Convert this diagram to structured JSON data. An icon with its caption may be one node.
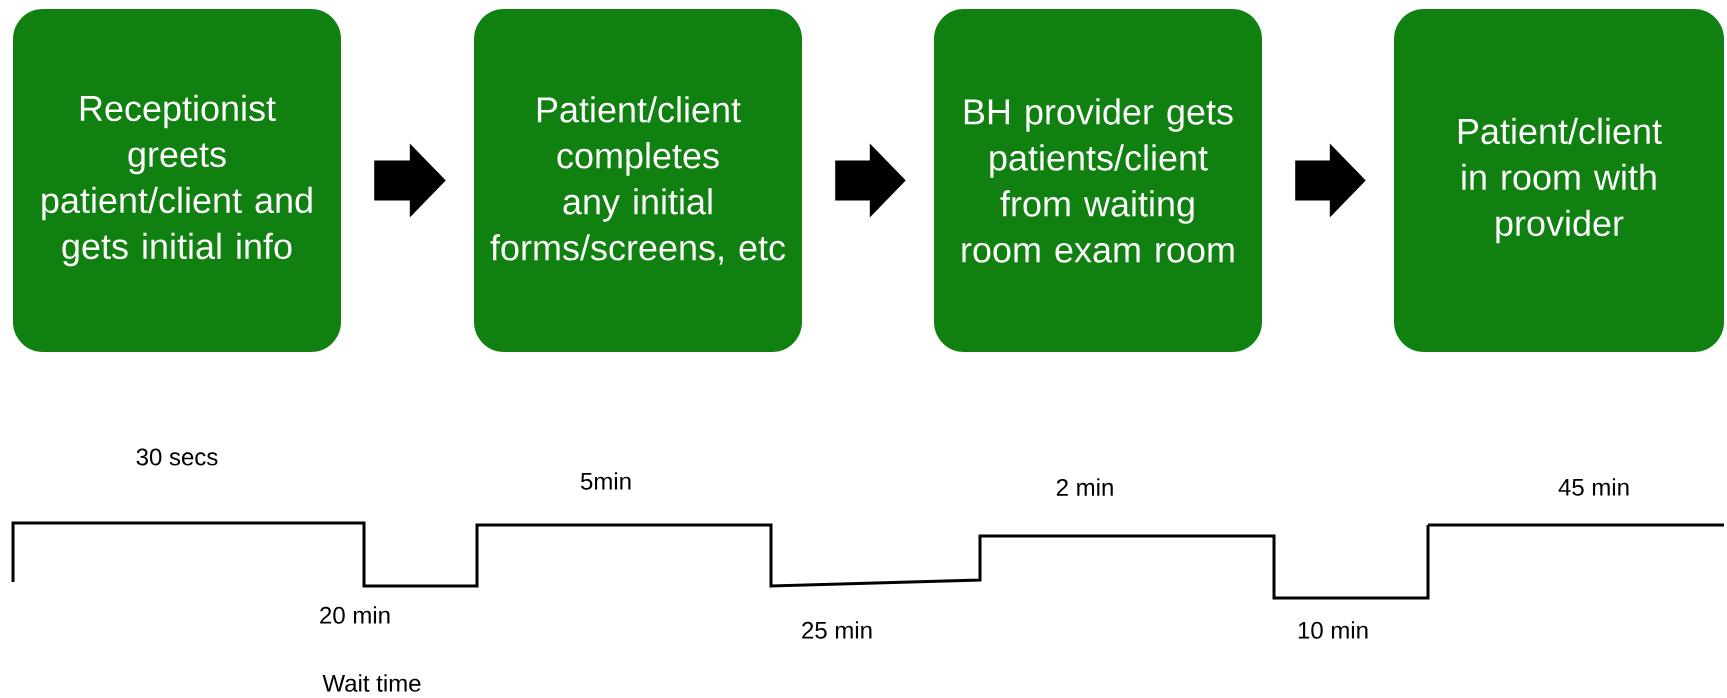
{
  "diagram": {
    "nodes": [
      {
        "text": [
          "Receptionist greets patient/client and gets initial info"
        ]
      },
      {
        "text": [
          "Patient/client completes any initial forms/screens, etc"
        ]
      },
      {
        "text": [
          "BH provider gets patients/client from waiting room exam room"
        ]
      },
      {
        "text": [
          "Patient/client in room with provider"
        ]
      }
    ],
    "edges": [
      {
        "from": 0,
        "to": 1,
        "arrow": "to"
      },
      {
        "from": 1,
        "to": 2,
        "arrow": "to"
      },
      {
        "from": 2,
        "to": 3,
        "arrow": "to"
      }
    ],
    "labels": [
      "30 secs",
      "5min",
      "2 min",
      "45 min",
      "20 min",
      "25 min",
      "10 min",
      "Wait time"
    ]
  }
}
